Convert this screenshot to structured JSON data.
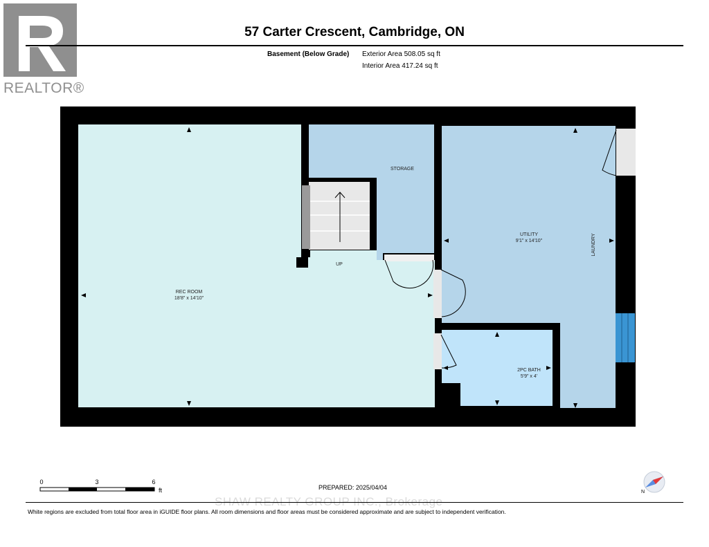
{
  "header": {
    "logo_text": "REALTOR®",
    "title": "57 Carter Crescent, Cambridge, ON",
    "level_name": "Basement (Below Grade)",
    "exterior_area": "Exterior Area 508.05 sq ft",
    "interior_area": "Interior Area 417.24 sq ft"
  },
  "rooms": {
    "rec_room": {
      "name": "REC ROOM",
      "dims": "18'8\" x 14'10\""
    },
    "storage": {
      "name": "STORAGE"
    },
    "stairs": {
      "label": "UP"
    },
    "utility": {
      "name": "UTILITY",
      "dims": "9'1\" x 14'10\""
    },
    "laundry": {
      "name": "LAUNDRY"
    },
    "bath": {
      "name": "2PC BATH",
      "dims": "5'9\" x 4'"
    }
  },
  "scale_bar": {
    "labels": [
      "0",
      "3",
      "6"
    ],
    "unit": "ft"
  },
  "footer": {
    "prepared": "PREPARED: 2025/04/04",
    "compass_label": "N",
    "watermark": "SHAW REALTY GROUP INC., Brokerage",
    "disclaimer": "White regions are excluded from total floor area in iGUIDE floor plans. All room dimensions and floor areas must be considered approximate and are subject to independent verification."
  },
  "colors": {
    "rec_room": "#d7f1f2",
    "storage_utility": "#b5d5ea",
    "bath": "#c0e4fa",
    "wall": "#000000",
    "window": "#3a95d3"
  }
}
